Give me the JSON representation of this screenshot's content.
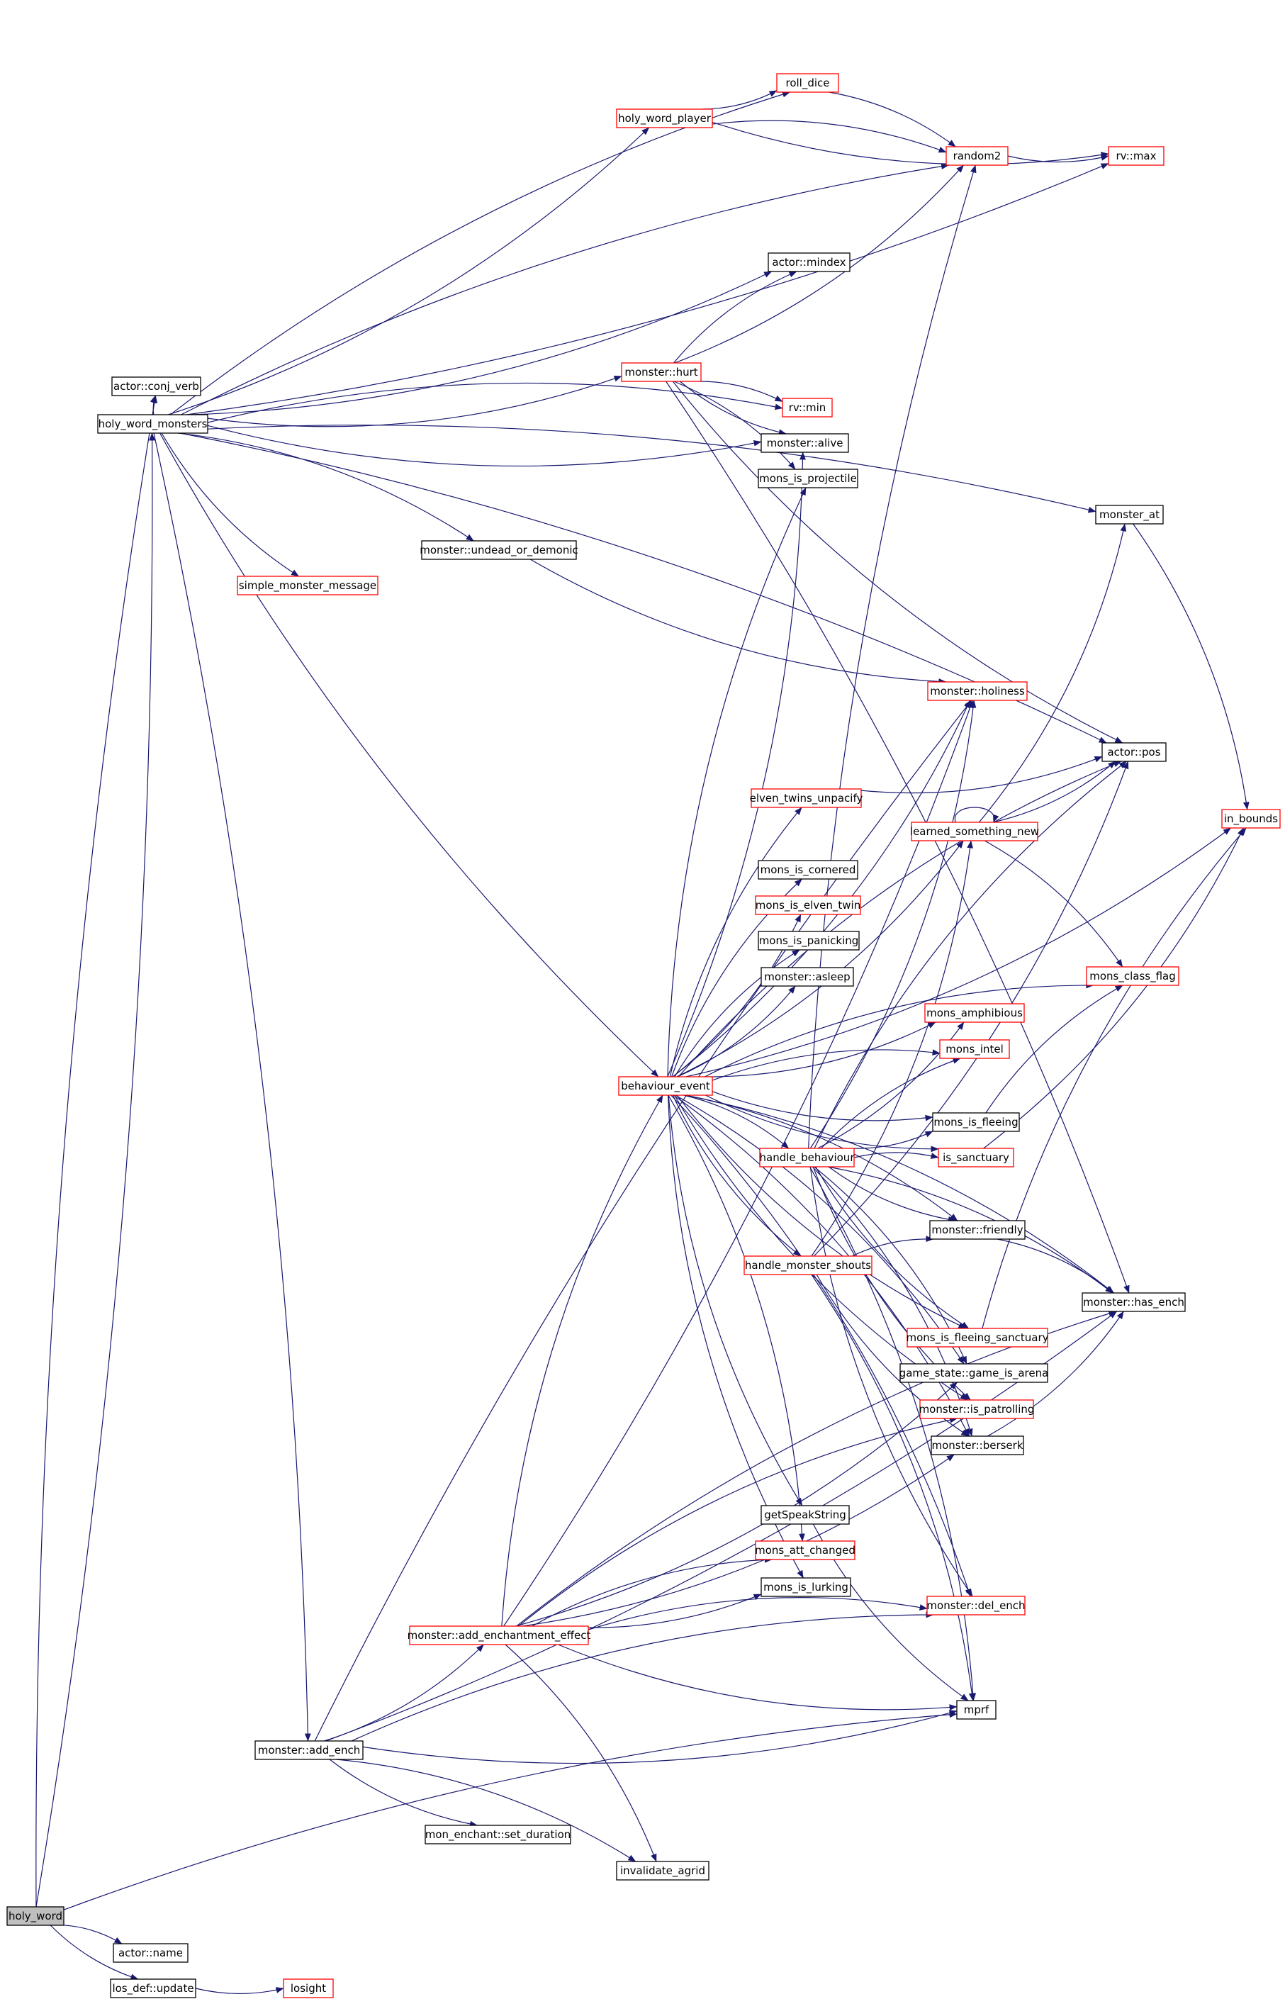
{
  "colors": {
    "edge": "#191970",
    "box_plain": "#000000",
    "box_red": "#ff0000",
    "root_fill": "#bfbfbf",
    "background": "#ffffff"
  },
  "nodes": [
    {
      "id": "holy_word",
      "label": "holy_word",
      "style": "root"
    },
    {
      "id": "actor_conj_verb",
      "label": "actor::conj_verb",
      "style": "plain"
    },
    {
      "id": "holy_word_monsters",
      "label": "holy_word_monsters",
      "style": "plain"
    },
    {
      "id": "holy_word_player",
      "label": "holy_word_player",
      "style": "red"
    },
    {
      "id": "roll_dice",
      "label": "roll_dice",
      "style": "red"
    },
    {
      "id": "random2",
      "label": "random2",
      "style": "red"
    },
    {
      "id": "rv_max",
      "label": "rv::max",
      "style": "red"
    },
    {
      "id": "actor_mindex",
      "label": "actor::mindex",
      "style": "plain"
    },
    {
      "id": "monster_hurt",
      "label": "monster::hurt",
      "style": "red"
    },
    {
      "id": "rv_min",
      "label": "rv::min",
      "style": "red"
    },
    {
      "id": "monster_alive",
      "label": "monster::alive",
      "style": "plain"
    },
    {
      "id": "mons_is_projectile",
      "label": "mons_is_projectile",
      "style": "plain"
    },
    {
      "id": "monster_at",
      "label": "monster_at",
      "style": "plain"
    },
    {
      "id": "monster_undead_or_demonic",
      "label": "monster::undead_or_demonic",
      "style": "plain"
    },
    {
      "id": "simple_monster_message",
      "label": "simple_monster_message",
      "style": "red"
    },
    {
      "id": "monster_holiness",
      "label": "monster::holiness",
      "style": "red"
    },
    {
      "id": "actor_pos",
      "label": "actor::pos",
      "style": "plain"
    },
    {
      "id": "in_bounds",
      "label": "in_bounds",
      "style": "red"
    },
    {
      "id": "elven_twins_unpacify",
      "label": "elven_twins_unpacify",
      "style": "red"
    },
    {
      "id": "learned_something_new",
      "label": "learned_something_new",
      "style": "red"
    },
    {
      "id": "mons_is_cornered",
      "label": "mons_is_cornered",
      "style": "plain"
    },
    {
      "id": "mons_is_elven_twin",
      "label": "mons_is_elven_twin",
      "style": "red"
    },
    {
      "id": "mons_is_panicking",
      "label": "mons_is_panicking",
      "style": "plain"
    },
    {
      "id": "monster_asleep",
      "label": "monster::asleep",
      "style": "plain"
    },
    {
      "id": "mons_class_flag",
      "label": "mons_class_flag",
      "style": "red"
    },
    {
      "id": "mons_amphibious",
      "label": "mons_amphibious",
      "style": "red"
    },
    {
      "id": "mons_intel",
      "label": "mons_intel",
      "style": "red"
    },
    {
      "id": "behaviour_event",
      "label": "behaviour_event",
      "style": "red"
    },
    {
      "id": "mons_is_fleeing",
      "label": "mons_is_fleeing",
      "style": "plain"
    },
    {
      "id": "handle_behaviour",
      "label": "handle_behaviour",
      "style": "red"
    },
    {
      "id": "is_sanctuary",
      "label": "is_sanctuary",
      "style": "red"
    },
    {
      "id": "monster_friendly",
      "label": "monster::friendly",
      "style": "plain"
    },
    {
      "id": "handle_monster_shouts",
      "label": "handle_monster_shouts",
      "style": "red"
    },
    {
      "id": "monster_has_ench",
      "label": "monster::has_ench",
      "style": "plain"
    },
    {
      "id": "mons_is_fleeing_sanctuary",
      "label": "mons_is_fleeing_sanctuary",
      "style": "red"
    },
    {
      "id": "game_state_game_is_arena",
      "label": "game_state::game_is_arena",
      "style": "plain"
    },
    {
      "id": "monster_is_patrolling",
      "label": "monster::is_patrolling",
      "style": "red"
    },
    {
      "id": "monster_berserk",
      "label": "monster::berserk",
      "style": "plain"
    },
    {
      "id": "getSpeakString",
      "label": "getSpeakString",
      "style": "plain"
    },
    {
      "id": "mons_att_changed",
      "label": "mons_att_changed",
      "style": "red"
    },
    {
      "id": "mons_is_lurking",
      "label": "mons_is_lurking",
      "style": "plain"
    },
    {
      "id": "monster_del_ench",
      "label": "monster::del_ench",
      "style": "red"
    },
    {
      "id": "monster_add_enchantment_effect",
      "label": "monster::add_enchantment_effect",
      "style": "red"
    },
    {
      "id": "mprf",
      "label": "mprf",
      "style": "plain"
    },
    {
      "id": "monster_add_ench",
      "label": "monster::add_ench",
      "style": "plain"
    },
    {
      "id": "mon_enchant_set_duration",
      "label": "mon_enchant::set_duration",
      "style": "plain"
    },
    {
      "id": "invalidate_agrid",
      "label": "invalidate_agrid",
      "style": "plain"
    },
    {
      "id": "actor_name",
      "label": "actor::name",
      "style": "plain"
    },
    {
      "id": "los_def_update",
      "label": "los_def::update",
      "style": "plain"
    },
    {
      "id": "losight",
      "label": "losight",
      "style": "red"
    }
  ],
  "edges": [
    [
      "holy_word",
      "actor_conj_verb"
    ],
    [
      "holy_word",
      "holy_word_monsters"
    ],
    [
      "holy_word",
      "actor_name"
    ],
    [
      "holy_word",
      "los_def_update"
    ],
    [
      "holy_word",
      "mprf"
    ],
    [
      "los_def_update",
      "losight"
    ],
    [
      "holy_word_monsters",
      "actor_conj_verb"
    ],
    [
      "holy_word_monsters",
      "holy_word_player"
    ],
    [
      "holy_word_monsters",
      "random2"
    ],
    [
      "holy_word_monsters",
      "rv_max"
    ],
    [
      "holy_word_monsters",
      "roll_dice"
    ],
    [
      "holy_word_monsters",
      "actor_mindex"
    ],
    [
      "holy_word_monsters",
      "monster_at"
    ],
    [
      "holy_word_monsters",
      "monster_hurt"
    ],
    [
      "holy_word_monsters",
      "rv_min"
    ],
    [
      "holy_word_monsters",
      "monster_alive"
    ],
    [
      "holy_word_monsters",
      "monster_undead_or_demonic"
    ],
    [
      "holy_word_monsters",
      "simple_monster_message"
    ],
    [
      "holy_word_monsters",
      "actor_pos"
    ],
    [
      "holy_word_monsters",
      "behaviour_event"
    ],
    [
      "holy_word_monsters",
      "monster_add_ench"
    ],
    [
      "holy_word_player",
      "roll_dice"
    ],
    [
      "holy_word_player",
      "random2"
    ],
    [
      "holy_word_player",
      "rv_max"
    ],
    [
      "roll_dice",
      "random2"
    ],
    [
      "random2",
      "rv_max"
    ],
    [
      "monster_hurt",
      "actor_mindex"
    ],
    [
      "monster_hurt",
      "random2"
    ],
    [
      "monster_hurt",
      "rv_min"
    ],
    [
      "monster_hurt",
      "monster_alive"
    ],
    [
      "monster_hurt",
      "mons_is_projectile"
    ],
    [
      "monster_hurt",
      "actor_pos"
    ],
    [
      "monster_hurt",
      "monster_has_ench"
    ],
    [
      "monster_undead_or_demonic",
      "monster_holiness"
    ],
    [
      "monster_at",
      "in_bounds"
    ],
    [
      "behaviour_event",
      "monster_alive"
    ],
    [
      "behaviour_event",
      "mons_is_projectile"
    ],
    [
      "behaviour_event",
      "monster_holiness"
    ],
    [
      "behaviour_event",
      "actor_pos"
    ],
    [
      "behaviour_event",
      "in_bounds"
    ],
    [
      "behaviour_event",
      "elven_twins_unpacify"
    ],
    [
      "behaviour_event",
      "learned_something_new"
    ],
    [
      "behaviour_event",
      "mons_is_cornered"
    ],
    [
      "behaviour_event",
      "mons_is_elven_twin"
    ],
    [
      "behaviour_event",
      "mons_is_panicking"
    ],
    [
      "behaviour_event",
      "monster_asleep"
    ],
    [
      "behaviour_event",
      "mons_class_flag"
    ],
    [
      "behaviour_event",
      "mons_amphibious"
    ],
    [
      "behaviour_event",
      "mons_intel"
    ],
    [
      "behaviour_event",
      "mons_is_fleeing"
    ],
    [
      "behaviour_event",
      "handle_behaviour"
    ],
    [
      "behaviour_event",
      "is_sanctuary"
    ],
    [
      "behaviour_event",
      "monster_friendly"
    ],
    [
      "behaviour_event",
      "handle_monster_shouts"
    ],
    [
      "behaviour_event",
      "monster_has_ench"
    ],
    [
      "behaviour_event",
      "mons_is_fleeing_sanctuary"
    ],
    [
      "behaviour_event",
      "game_state_game_is_arena"
    ],
    [
      "behaviour_event",
      "monster_is_patrolling"
    ],
    [
      "behaviour_event",
      "monster_berserk"
    ],
    [
      "behaviour_event",
      "getSpeakString"
    ],
    [
      "behaviour_event",
      "mons_att_changed"
    ],
    [
      "behaviour_event",
      "mons_is_lurking"
    ],
    [
      "behaviour_event",
      "monster_del_ench"
    ],
    [
      "elven_twins_unpacify",
      "actor_pos"
    ],
    [
      "learned_something_new",
      "learned_something_new"
    ],
    [
      "learned_something_new",
      "actor_pos"
    ],
    [
      "learned_something_new",
      "mons_class_flag"
    ],
    [
      "learned_something_new",
      "monster_at"
    ],
    [
      "handle_behaviour",
      "random2"
    ],
    [
      "handle_behaviour",
      "monster_holiness"
    ],
    [
      "handle_behaviour",
      "actor_pos"
    ],
    [
      "handle_behaviour",
      "mons_amphibious"
    ],
    [
      "handle_behaviour",
      "mons_intel"
    ],
    [
      "handle_behaviour",
      "mons_is_fleeing"
    ],
    [
      "handle_behaviour",
      "is_sanctuary"
    ],
    [
      "handle_behaviour",
      "monster_friendly"
    ],
    [
      "handle_behaviour",
      "monster_has_ench"
    ],
    [
      "handle_behaviour",
      "mons_is_fleeing_sanctuary"
    ],
    [
      "handle_behaviour",
      "game_state_game_is_arena"
    ],
    [
      "handle_behaviour",
      "monster_is_patrolling"
    ],
    [
      "handle_behaviour",
      "monster_berserk"
    ],
    [
      "handle_behaviour",
      "monster_del_ench"
    ],
    [
      "handle_behaviour",
      "mprf"
    ],
    [
      "handle_monster_shouts",
      "learned_something_new"
    ],
    [
      "handle_monster_shouts",
      "monster_friendly"
    ],
    [
      "handle_monster_shouts",
      "actor_pos"
    ],
    [
      "handle_monster_shouts",
      "mprf"
    ],
    [
      "handle_monster_shouts",
      "monster_berserk"
    ],
    [
      "mons_is_fleeing",
      "mons_class_flag"
    ],
    [
      "is_sanctuary",
      "in_bounds"
    ],
    [
      "monster_friendly",
      "monster_has_ench"
    ],
    [
      "monster_berserk",
      "monster_has_ench"
    ],
    [
      "mons_is_fleeing_sanctuary",
      "in_bounds"
    ],
    [
      "getSpeakString",
      "mprf"
    ],
    [
      "monster_add_enchantment_effect",
      "behaviour_event"
    ],
    [
      "monster_add_enchantment_effect",
      "monster_holiness"
    ],
    [
      "monster_add_enchantment_effect",
      "mons_att_changed"
    ],
    [
      "monster_add_enchantment_effect",
      "mons_is_lurking"
    ],
    [
      "monster_add_enchantment_effect",
      "monster_del_ench"
    ],
    [
      "monster_add_enchantment_effect",
      "mprf"
    ],
    [
      "monster_add_enchantment_effect",
      "monster_has_ench"
    ],
    [
      "monster_add_enchantment_effect",
      "game_state_game_is_arena"
    ],
    [
      "monster_add_enchantment_effect",
      "monster_is_patrolling"
    ],
    [
      "monster_add_enchantment_effect",
      "monster_berserk"
    ],
    [
      "monster_add_enchantment_effect",
      "invalidate_agrid"
    ],
    [
      "monster_add_ench",
      "monster_add_enchantment_effect"
    ],
    [
      "monster_add_ench",
      "monster_holiness"
    ],
    [
      "monster_add_ench",
      "mprf"
    ],
    [
      "monster_add_ench",
      "monster_del_ench"
    ],
    [
      "monster_add_ench",
      "mon_enchant_set_duration"
    ],
    [
      "monster_add_ench",
      "invalidate_agrid"
    ],
    [
      "monster_add_ench",
      "monster_has_ench"
    ]
  ]
}
